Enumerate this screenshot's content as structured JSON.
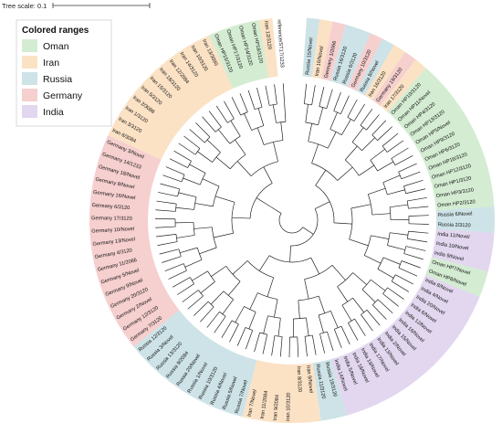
{
  "scale": {
    "label": "Tree scale: 0.1"
  },
  "legend": {
    "title": "Colored ranges",
    "items": [
      {
        "label": "Oman",
        "color": "#d4ecd2"
      },
      {
        "label": "Iran",
        "color": "#fbe2c5"
      },
      {
        "label": "Russia",
        "color": "#cde3e7"
      },
      {
        "label": "Germany",
        "color": "#f6cfcf"
      },
      {
        "label": "India",
        "color": "#e2d7ef"
      }
    ]
  },
  "ring": {
    "leaves": [
      {
        "label": "Russia 15/Novel",
        "group": "Russia"
      },
      {
        "label": "Iran 16/Novel",
        "group": "Iran"
      },
      {
        "label": "Germany 1/2066",
        "group": "Germany"
      },
      {
        "label": "Russia 16/3120",
        "group": "Russia"
      },
      {
        "label": "Russia 6/3120",
        "group": "Russia"
      },
      {
        "label": "Germany 10/3120",
        "group": "Germany"
      },
      {
        "label": "Russia 8/Novel",
        "group": "Russia"
      },
      {
        "label": "Iran 16/3120",
        "group": "Iran"
      },
      {
        "label": "Germany 19/3120",
        "group": "Germany"
      },
      {
        "label": "Iran 17/3120",
        "group": "Iran"
      },
      {
        "label": "Oman HP10/3120",
        "group": "Oman"
      },
      {
        "label": "Oman HP11/Novel",
        "group": "Oman"
      },
      {
        "label": "Oman HP4/3120",
        "group": "Oman"
      },
      {
        "label": "Oman HP13/3120",
        "group": "Oman"
      },
      {
        "label": "Oman HP5/Novel",
        "group": "Oman"
      },
      {
        "label": "Oman HP9/3120",
        "group": "Oman"
      },
      {
        "label": "Oman HP6/3120",
        "group": "Oman"
      },
      {
        "label": "Oman HP16/3120",
        "group": "Oman"
      },
      {
        "label": "Oman HP12/3120",
        "group": "Oman"
      },
      {
        "label": "Oman HP1/3120",
        "group": "Oman"
      },
      {
        "label": "Oman HP3/3120",
        "group": "Oman"
      },
      {
        "label": "Oman HP2/3120",
        "group": "Oman"
      },
      {
        "label": "Russia 6/Novel",
        "group": "Russia"
      },
      {
        "label": "Russia 2/3120",
        "group": "Russia"
      },
      {
        "label": "India 11/Novel",
        "group": "India"
      },
      {
        "label": "India 10/Novel",
        "group": "India"
      },
      {
        "label": "India 9/Novel",
        "group": "India"
      },
      {
        "label": "Oman HP7/Novel",
        "group": "Oman"
      },
      {
        "label": "Oman HP8/Novel",
        "group": "Oman"
      },
      {
        "label": "India 8/Novel",
        "group": "India"
      },
      {
        "label": "India 4/Novel",
        "group": "India"
      },
      {
        "label": "India 20/Novel",
        "group": "India"
      },
      {
        "label": "India 6/Novel",
        "group": "India"
      },
      {
        "label": "India 12/Novel",
        "group": "India"
      },
      {
        "label": "India 16/Novel",
        "group": "India"
      },
      {
        "label": "India 15/Novel",
        "group": "India"
      },
      {
        "label": "India 2/Novel",
        "group": "India"
      },
      {
        "label": "India 13/Novel",
        "group": "India"
      },
      {
        "label": "India 17/Novel",
        "group": "India"
      },
      {
        "label": "India 19/Novel",
        "group": "India"
      },
      {
        "label": "India 18/Novel",
        "group": "India"
      },
      {
        "label": "India 5/Novel",
        "group": "India"
      },
      {
        "label": "India 14/Novel",
        "group": "India"
      },
      {
        "label": "Russia 19/3120",
        "group": "Russia"
      },
      {
        "label": "Russia 11/3120",
        "group": "Russia"
      },
      {
        "label": "Iran 9/Novel",
        "group": "Iran"
      },
      {
        "label": "Iran 8/3120",
        "group": "Iran"
      },
      {
        "label": "Iran 10/3120",
        "group": "Iran"
      },
      {
        "label": "Iran 9/2084",
        "group": "Iran"
      },
      {
        "label": "Iran 11/2084",
        "group": "Iran"
      },
      {
        "label": "Iran 7/Novel",
        "group": "Iran"
      },
      {
        "label": "Russia 7/Novel",
        "group": "Russia"
      },
      {
        "label": "Russia 5/Novel",
        "group": "Russia"
      },
      {
        "label": "Russia 4/Novel",
        "group": "Russia"
      },
      {
        "label": "Russia 10/3120",
        "group": "Russia"
      },
      {
        "label": "Russia 1/Novel",
        "group": "Russia"
      },
      {
        "label": "Russia 20/Novel",
        "group": "Russia"
      },
      {
        "label": "Russia 9/2084",
        "group": "Russia"
      },
      {
        "label": "Russia 13/3120",
        "group": "Russia"
      },
      {
        "label": "Russia 3/Novel",
        "group": "Russia"
      },
      {
        "label": "Russia 12/3120",
        "group": "Russia"
      },
      {
        "label": "Germany 7/3120",
        "group": "Germany"
      },
      {
        "label": "Germany 12/3120",
        "group": "Germany"
      },
      {
        "label": "Germany 2/Novel",
        "group": "Germany"
      },
      {
        "label": "Germany 20/3120",
        "group": "Germany"
      },
      {
        "label": "Germany 9/Novel",
        "group": "Germany"
      },
      {
        "label": "Germany 5/Novel",
        "group": "Germany"
      },
      {
        "label": "Germany 11/2066",
        "group": "Germany"
      },
      {
        "label": "Germany 4/3120",
        "group": "Germany"
      },
      {
        "label": "Germany 13/Novel",
        "group": "Germany"
      },
      {
        "label": "Germany 10/Novel",
        "group": "Germany"
      },
      {
        "label": "Germany 17/3120",
        "group": "Germany"
      },
      {
        "label": "Germany 6/3120",
        "group": "Germany"
      },
      {
        "label": "Germany 16/Novel",
        "group": "Germany"
      },
      {
        "label": "Germany 8/Novel",
        "group": "Germany"
      },
      {
        "label": "Germany 18/Novel",
        "group": "Germany"
      },
      {
        "label": "Germany 14/1233",
        "group": "Germany"
      },
      {
        "label": "Germany 3/Novel",
        "group": "Germany"
      },
      {
        "label": "Iran 6/3084",
        "group": "Iran"
      },
      {
        "label": "Iran 3/3120",
        "group": "Iran"
      },
      {
        "label": "Iran 1/3120",
        "group": "Iran"
      },
      {
        "label": "Iran 2/3088",
        "group": "Iran"
      },
      {
        "label": "Iran 5/3120",
        "group": "Iran"
      },
      {
        "label": "Iran 15/3120",
        "group": "Iran"
      },
      {
        "label": "Iran 18/3120",
        "group": "Iran"
      },
      {
        "label": "Iran 12/2084",
        "group": "Iran"
      },
      {
        "label": "Iran 14/3120",
        "group": "Iran"
      },
      {
        "label": "Iran 10/3120",
        "group": "Iran"
      },
      {
        "label": "Iran 13/3090",
        "group": "Iran"
      },
      {
        "label": "Oman HP15/3120",
        "group": "Oman"
      },
      {
        "label": "Oman HP17/3120",
        "group": "Oman"
      },
      {
        "label": "Oman HP14/3120",
        "group": "Oman"
      },
      {
        "label": "Oman HP18/3120",
        "group": "Oman"
      },
      {
        "label": "Iran 12/3120",
        "group": "Iran"
      },
      {
        "label": "reference/ST17/1233",
        "group": "none"
      }
    ]
  }
}
